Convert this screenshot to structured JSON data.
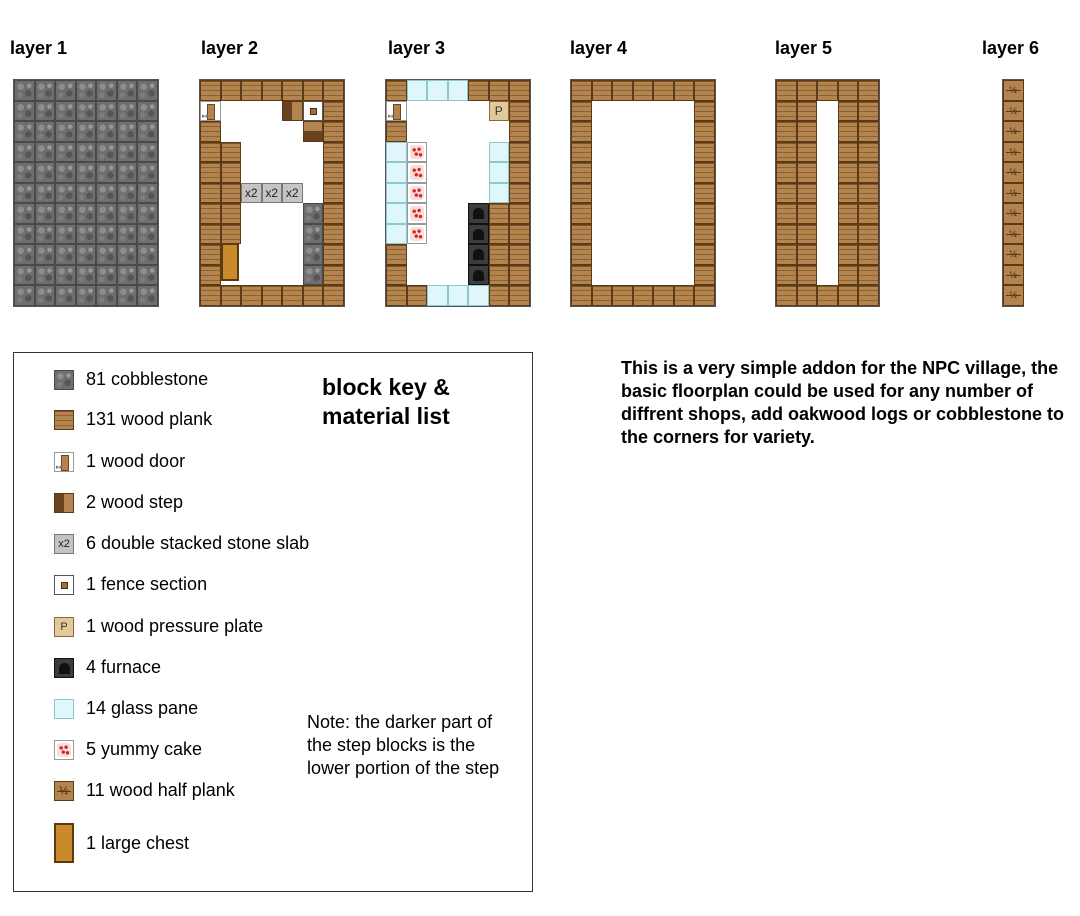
{
  "layers": [
    {
      "label": "layer 1",
      "name": "layer-1"
    },
    {
      "label": "layer 2",
      "name": "layer-2"
    },
    {
      "label": "layer 3",
      "name": "layer-3"
    },
    {
      "label": "layer 4",
      "name": "layer-4"
    },
    {
      "label": "layer 5",
      "name": "layer-5"
    },
    {
      "label": "layer 6",
      "name": "layer-6"
    }
  ],
  "legend": {
    "title": "block key &\nmaterial list",
    "items": [
      {
        "text": "81 cobblestone",
        "icon": "cobble"
      },
      {
        "text": "131 wood plank",
        "icon": "plank"
      },
      {
        "text": "1 wood door",
        "icon": "door"
      },
      {
        "text": "2 wood step",
        "icon": "step"
      },
      {
        "text": "6 double stacked stone slab",
        "icon": "slab",
        "glyph": "x2"
      },
      {
        "text": "1 fence section",
        "icon": "fence"
      },
      {
        "text": "1 wood pressure plate",
        "icon": "plate",
        "glyph": "P"
      },
      {
        "text": "4 furnace",
        "icon": "furnace"
      },
      {
        "text": "14 glass pane",
        "icon": "glass"
      },
      {
        "text": "5 yummy cake",
        "icon": "cake"
      },
      {
        "text": "11 wood half plank",
        "icon": "half",
        "glyph": "½"
      },
      {
        "text": "1 large chest",
        "icon": "chest"
      }
    ],
    "note": "Note: the darker part of the step blocks is the lower portion of the step"
  },
  "description": "This is a very simple addon for the NPC village, the basic floorplan could be used for any number of diffrent shops, add oakwood logs or cobblestone to the corners for variety.",
  "glyphs": {
    "slab": "x2",
    "plate": "P",
    "half": "½"
  }
}
